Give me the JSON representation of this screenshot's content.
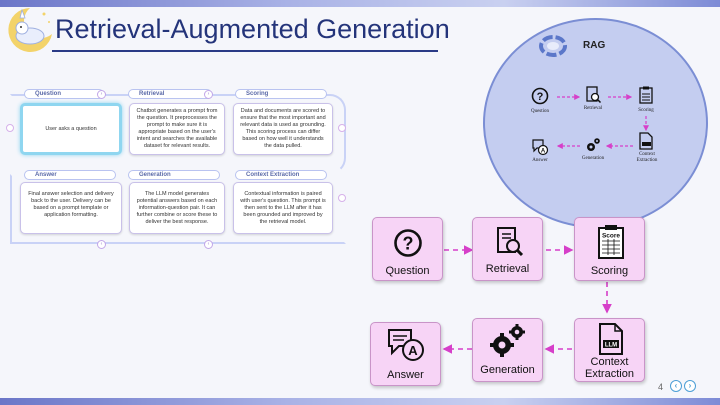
{
  "slide": {
    "title": "Retrieval-Augmented Generation",
    "page_number": "4"
  },
  "left_flow": {
    "steps": [
      {
        "label": "Question",
        "text": "User asks a question"
      },
      {
        "label": "Retrieval",
        "text": "Chatbot generates a prompt from the question.  It preprocesses the prompt to make sure it is appropriate based on the user's intent and searches the available dataset for relevant results."
      },
      {
        "label": "Scoring",
        "text": "Data and documents are scored to ensure that the most important and relevant data is used as grounding.  This scoring process can differ based on how well it understands the data pulled."
      },
      {
        "label": "Answer",
        "text": "Final answer selection and delivery back to the user.  Delivery can be based on a prompt template or application formatting."
      },
      {
        "label": "Generation",
        "text": "The LLM model generates potential answers based on each information-question pair.  It can further combine or score these to deliver the best response."
      },
      {
        "label": "Context Extraction",
        "text": "Contextual information is paired with user's question.  This prompt is then sent to the LLM after it has been grounded and improved by the retrieval model."
      }
    ]
  },
  "rag_diagram": {
    "title": "RAG",
    "nodes": [
      "Question",
      "Retrieval",
      "Scoring",
      "Context Extraction",
      "Generation",
      "Answer"
    ]
  },
  "main_flow": {
    "nodes": [
      {
        "label": "Question",
        "icon": "question-icon"
      },
      {
        "label": "Retrieval",
        "icon": "document-search-icon"
      },
      {
        "label": "Scoring",
        "icon": "score-clipboard-icon",
        "icon_text": "Score"
      },
      {
        "label": "Context Extraction",
        "icon": "llm-document-icon",
        "icon_text": "LLM"
      },
      {
        "label": "Generation",
        "icon": "gears-icon"
      },
      {
        "label": "Answer",
        "icon": "chat-answer-icon"
      }
    ],
    "colors": {
      "box": "#f7d4f6",
      "arrow": "#d63fc9"
    }
  },
  "colors": {
    "accent": "#24347a",
    "rag_circle": "#c4cdf0"
  }
}
